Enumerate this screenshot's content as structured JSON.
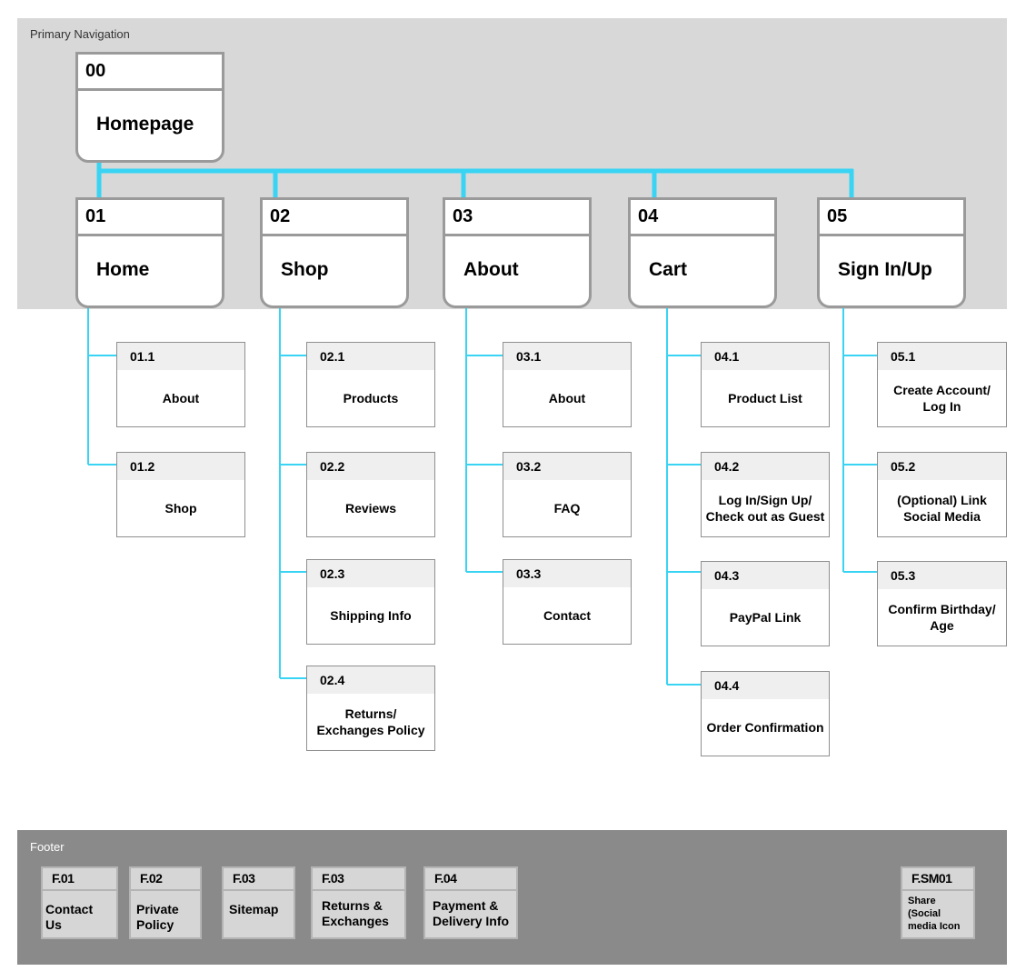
{
  "primary_label": "Primary Navigation",
  "footer_label": "Footer",
  "root": {
    "num": "00",
    "title": "Homepage"
  },
  "nav": [
    {
      "num": "01",
      "title": "Home"
    },
    {
      "num": "02",
      "title": "Shop"
    },
    {
      "num": "03",
      "title": "About"
    },
    {
      "num": "04",
      "title": "Cart"
    },
    {
      "num": "05",
      "title": "Sign In/Up"
    }
  ],
  "children": {
    "c01": [
      {
        "num": "01.1",
        "title": "About"
      },
      {
        "num": "01.2",
        "title": "Shop"
      }
    ],
    "c02": [
      {
        "num": "02.1",
        "title": "Products"
      },
      {
        "num": "02.2",
        "title": "Reviews"
      },
      {
        "num": "02.3",
        "title": "Shipping Info"
      },
      {
        "num": "02.4",
        "title": "Returns/\nExchanges Policy"
      }
    ],
    "c03": [
      {
        "num": "03.1",
        "title": "About"
      },
      {
        "num": "03.2",
        "title": "FAQ"
      },
      {
        "num": "03.3",
        "title": "Contact"
      }
    ],
    "c04": [
      {
        "num": "04.1",
        "title": "Product List"
      },
      {
        "num": "04.2",
        "title": "Log In/Sign Up/\nCheck out as Guest"
      },
      {
        "num": "04.3",
        "title": "PayPal Link"
      },
      {
        "num": "04.4",
        "title": "Order Confirmation"
      }
    ],
    "c05": [
      {
        "num": "05.1",
        "title": "Create Account/\nLog In"
      },
      {
        "num": "05.2",
        "title": "(Optional) Link\nSocial Media"
      },
      {
        "num": "05.3",
        "title": "Confirm Birthday/\nAge"
      }
    ]
  },
  "footer": [
    {
      "num": "F.01",
      "title": "Contact Us"
    },
    {
      "num": "F.02",
      "title": "Private\nPolicy"
    },
    {
      "num": "F.03",
      "title": "Sitemap"
    },
    {
      "num": "F.03",
      "title": "Returns &\nExchanges"
    },
    {
      "num": "F.04",
      "title": "Payment &\nDelivery Info"
    },
    {
      "num": "F.SM01",
      "title": "Share\n(Social\nmedia Icon"
    }
  ],
  "colors": {
    "connector": "#39d4f3",
    "card_border": "#9a9a9a",
    "primary_band": "#d8d8d8",
    "footer_band": "#8a8a8a"
  }
}
